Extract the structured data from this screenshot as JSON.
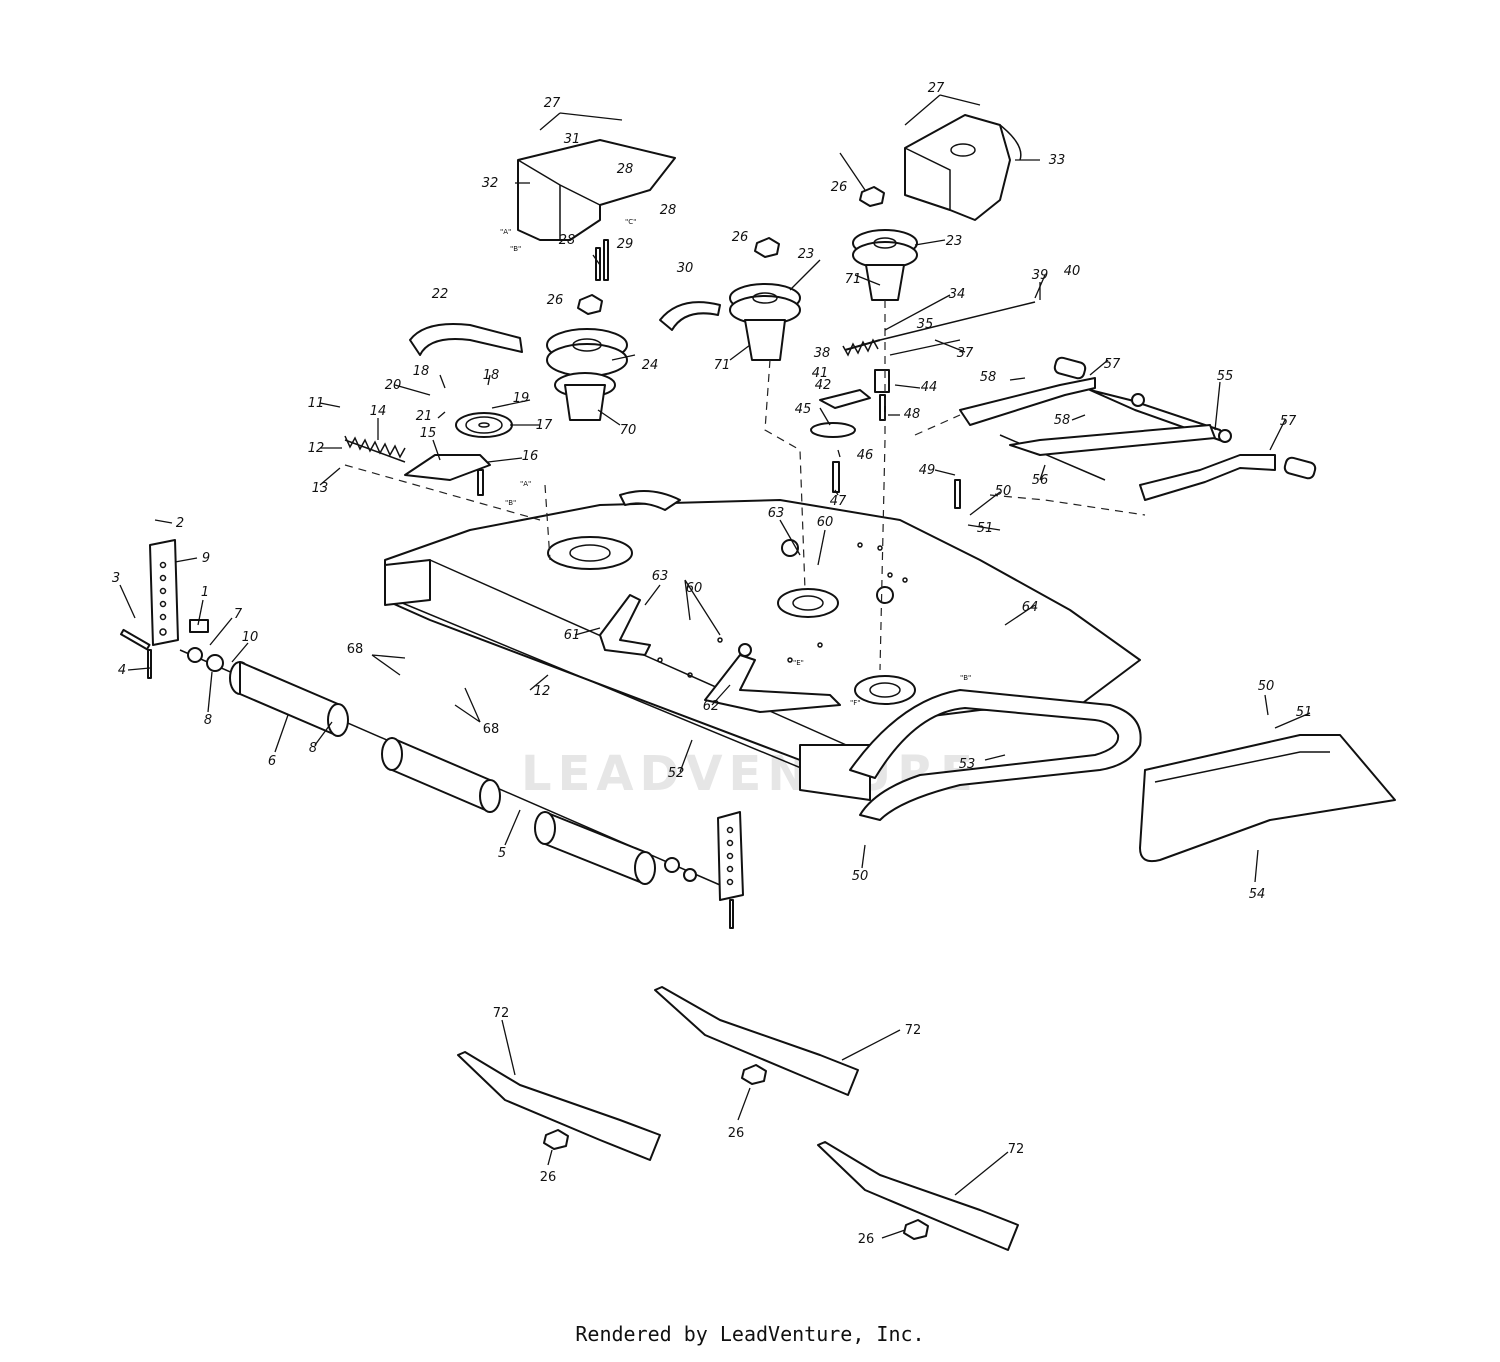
{
  "watermark": "LEADVENTURE",
  "footer": "Rendered by LeadVenture, Inc.",
  "callouts": [
    {
      "text": "27"
    },
    {
      "text": "31"
    },
    {
      "text": "28"
    },
    {
      "text": "32"
    },
    {
      "text": "28"
    },
    {
      "text": "28"
    },
    {
      "text": "29"
    },
    {
      "text": "27"
    },
    {
      "text": "33"
    },
    {
      "text": "26"
    },
    {
      "text": "23"
    },
    {
      "text": "26"
    },
    {
      "text": "23"
    },
    {
      "text": "71"
    },
    {
      "text": "71"
    },
    {
      "text": "22"
    },
    {
      "text": "30"
    },
    {
      "text": "26"
    },
    {
      "text": "24"
    },
    {
      "text": "70"
    },
    {
      "text": "39"
    },
    {
      "text": "40"
    },
    {
      "text": "34"
    },
    {
      "text": "35"
    },
    {
      "text": "37"
    },
    {
      "text": "38"
    },
    {
      "text": "41"
    },
    {
      "text": "42"
    },
    {
      "text": "44"
    },
    {
      "text": "48"
    },
    {
      "text": "45"
    },
    {
      "text": "46"
    },
    {
      "text": "47"
    },
    {
      "text": "57"
    },
    {
      "text": "55"
    },
    {
      "text": "58"
    },
    {
      "text": "58"
    },
    {
      "text": "57"
    },
    {
      "text": "56"
    },
    {
      "text": "49"
    },
    {
      "text": "50"
    },
    {
      "text": "51"
    },
    {
      "text": "18"
    },
    {
      "text": "20"
    },
    {
      "text": "18"
    },
    {
      "text": "19"
    },
    {
      "text": "21"
    },
    {
      "text": "17"
    },
    {
      "text": "11"
    },
    {
      "text": "14"
    },
    {
      "text": "15"
    },
    {
      "text": "16"
    },
    {
      "text": "12"
    },
    {
      "text": "13"
    },
    {
      "text": "2"
    },
    {
      "text": "9"
    },
    {
      "text": "3"
    },
    {
      "text": "1"
    },
    {
      "text": "7"
    },
    {
      "text": "10"
    },
    {
      "text": "4"
    },
    {
      "text": "8"
    },
    {
      "text": "6"
    },
    {
      "text": "8"
    },
    {
      "text": "68"
    },
    {
      "text": "68"
    },
    {
      "text": "12"
    },
    {
      "text": "63"
    },
    {
      "text": "60"
    },
    {
      "text": "63"
    },
    {
      "text": "60"
    },
    {
      "text": "61"
    },
    {
      "text": "62"
    },
    {
      "text": "64"
    },
    {
      "text": "52"
    },
    {
      "text": "53"
    },
    {
      "text": "50"
    },
    {
      "text": "5"
    },
    {
      "text": "50"
    },
    {
      "text": "51"
    },
    {
      "text": "54"
    },
    {
      "text": "72"
    },
    {
      "text": "72"
    },
    {
      "text": "26"
    },
    {
      "text": "26"
    },
    {
      "text": "72"
    },
    {
      "text": "26"
    }
  ],
  "ref_marks": [
    {
      "text": "\"A\""
    },
    {
      "text": "\"B\""
    },
    {
      "text": "\"C\""
    },
    {
      "text": "\"A\""
    },
    {
      "text": "\"B\""
    },
    {
      "text": "\"E\""
    },
    {
      "text": "\"F\""
    },
    {
      "text": "\"B\""
    }
  ]
}
